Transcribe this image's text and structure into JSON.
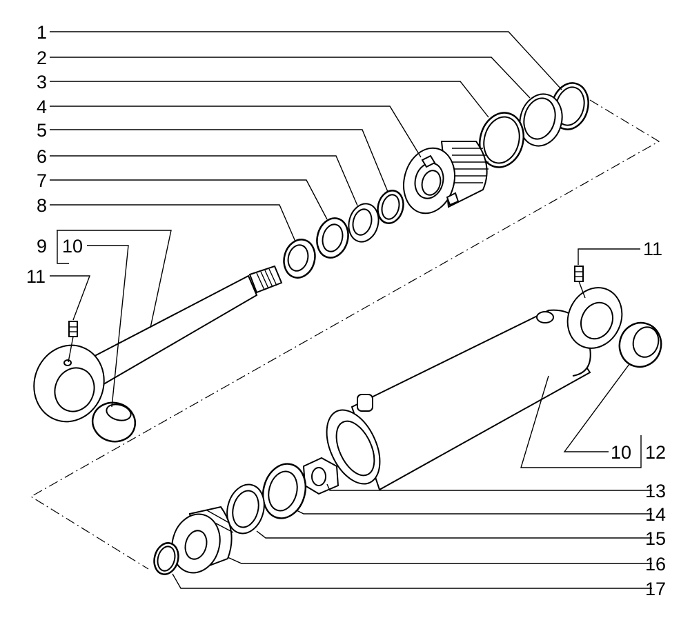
{
  "callouts": {
    "c1": "1",
    "c2": "2",
    "c3": "3",
    "c4": "4",
    "c5": "5",
    "c6": "6",
    "c7": "7",
    "c8": "8",
    "c9": "9",
    "c10a": "10",
    "c11a": "11",
    "c11b": "11",
    "c10b": "10",
    "c12": "12",
    "c13": "13",
    "c14": "14",
    "c15": "15",
    "c16": "16",
    "c17": "17"
  },
  "colors": {
    "ink": "#000000",
    "paper": "#ffffff"
  }
}
